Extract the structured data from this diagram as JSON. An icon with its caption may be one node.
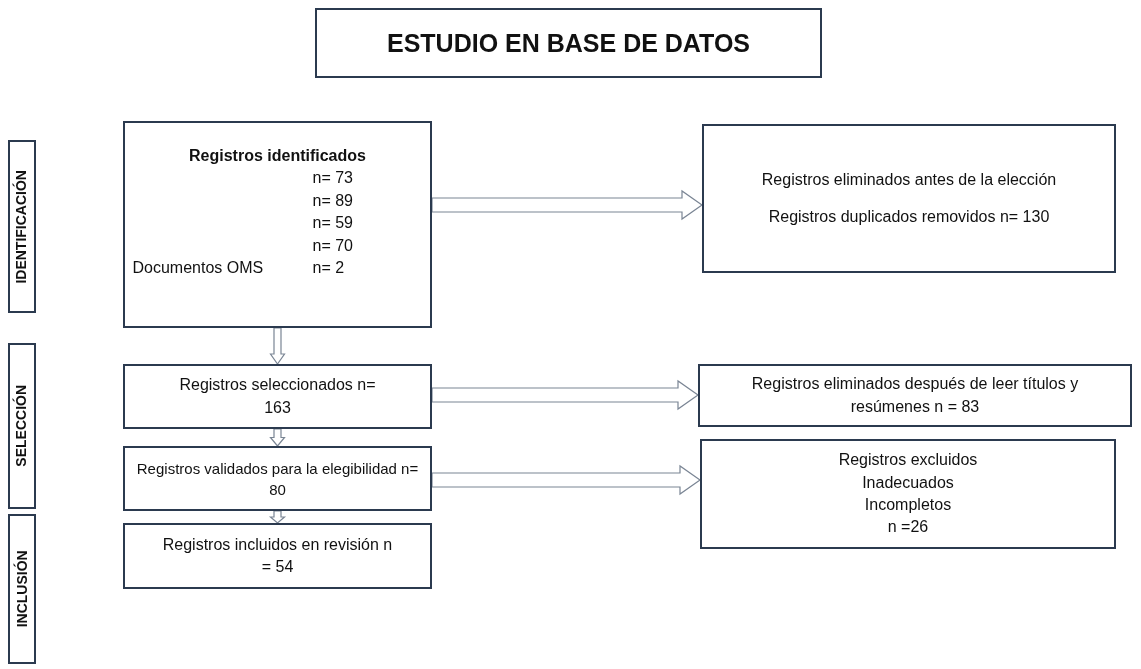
{
  "diagram": {
    "title": "ESTUDIO EN BASE DE DATOS",
    "nodes": [
      {
        "text": [
          "IDENTIFICACIÓN"
        ]
      },
      {
        "text": [
          "Registros identificados",
          "n= 73",
          "n= 89",
          "n= 59",
          "n= 70",
          "Documentos OMS",
          "n= 2"
        ]
      },
      {
        "text": [
          "Registros eliminados antes de la elección",
          "Registros duplicados removidos n= 130"
        ]
      },
      {
        "text": [
          "SELECCIÓN"
        ]
      },
      {
        "text": [
          "Registros seleccionados n= 163"
        ]
      },
      {
        "text": [
          "Registros eliminados después de leer títulos y resúmenes n = 83"
        ]
      },
      {
        "text": [
          "Registros validados para la elegibilidad n= 80"
        ]
      },
      {
        "text": [
          "Registros excluidos",
          "Inadecuados",
          "Incompletos",
          "n =26"
        ]
      },
      {
        "text": [
          "INCLUSIÓN"
        ]
      },
      {
        "text": [
          "Registros incluidos en revisión n = 54"
        ]
      }
    ],
    "edges": [
      {
        "from": 1,
        "to": 2,
        "arrow": "to"
      },
      {
        "from": 1,
        "to": 4,
        "arrow": "to"
      },
      {
        "from": 4,
        "to": 5,
        "arrow": "to"
      },
      {
        "from": 4,
        "to": 6,
        "arrow": "to"
      },
      {
        "from": 6,
        "to": 7,
        "arrow": "to"
      },
      {
        "from": 6,
        "to": 9,
        "arrow": "to"
      }
    ]
  }
}
